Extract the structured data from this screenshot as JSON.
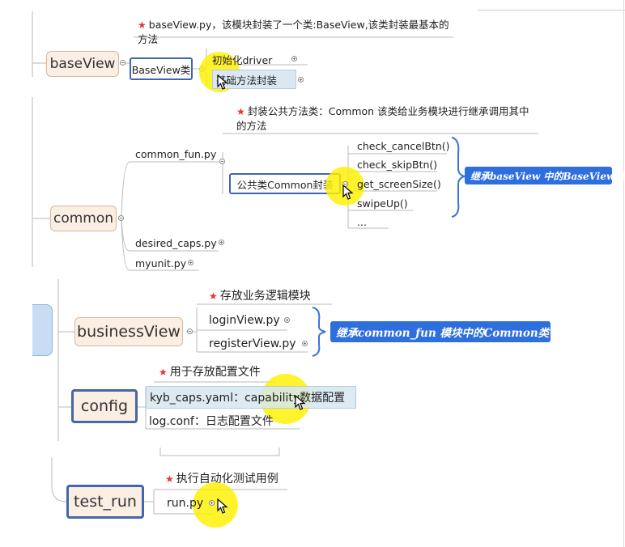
{
  "branches": {
    "baseView": {
      "label": "baseView",
      "note": "baseView.py，该模块封装了一个类:BaseView,该类封装最基本的方法",
      "class_label": "BaseView类",
      "children": [
        "初始化driver",
        "基础方法封装"
      ]
    },
    "common": {
      "label": "common",
      "file1": "common_fun.py",
      "note": "封装公共方法类：Common 该类给业务模块进行继承调用其中的方法",
      "class_label": "公共类Common封装",
      "methods": [
        "check_cancelBtn()",
        "check_skipBtn()",
        "get_screenSize()",
        "swipeUp()",
        "..."
      ],
      "summary": "继承baseView 中的BaseView类",
      "file2": "desired_caps.py",
      "file3": "myunit.py"
    },
    "businessView": {
      "label": "businessView",
      "note": "存放业务逻辑模块",
      "files": [
        "loginView.py",
        "registerView.py"
      ],
      "summary": "继承common_fun 模块中的Common类"
    },
    "config": {
      "label": "config",
      "note": "用于存放配置文件",
      "files": [
        "kyb_caps.yaml：capability数据配置",
        "log.conf：日志配置文件"
      ]
    },
    "test_run": {
      "label": "test_run",
      "note": "执行自动化测试用例",
      "files": [
        "run.py"
      ]
    }
  },
  "colors": {
    "accent_blue": "#2f6fdd",
    "selection_border": "#4466aa",
    "topic_fill": "#fbeee3",
    "highlight": "#ffee00",
    "priority_star": "#e3342f"
  },
  "icons": [
    "star-icon",
    "expand-plus-icon",
    "collapse-minus-icon",
    "mouse-cursor-icon",
    "brace-icon"
  ]
}
